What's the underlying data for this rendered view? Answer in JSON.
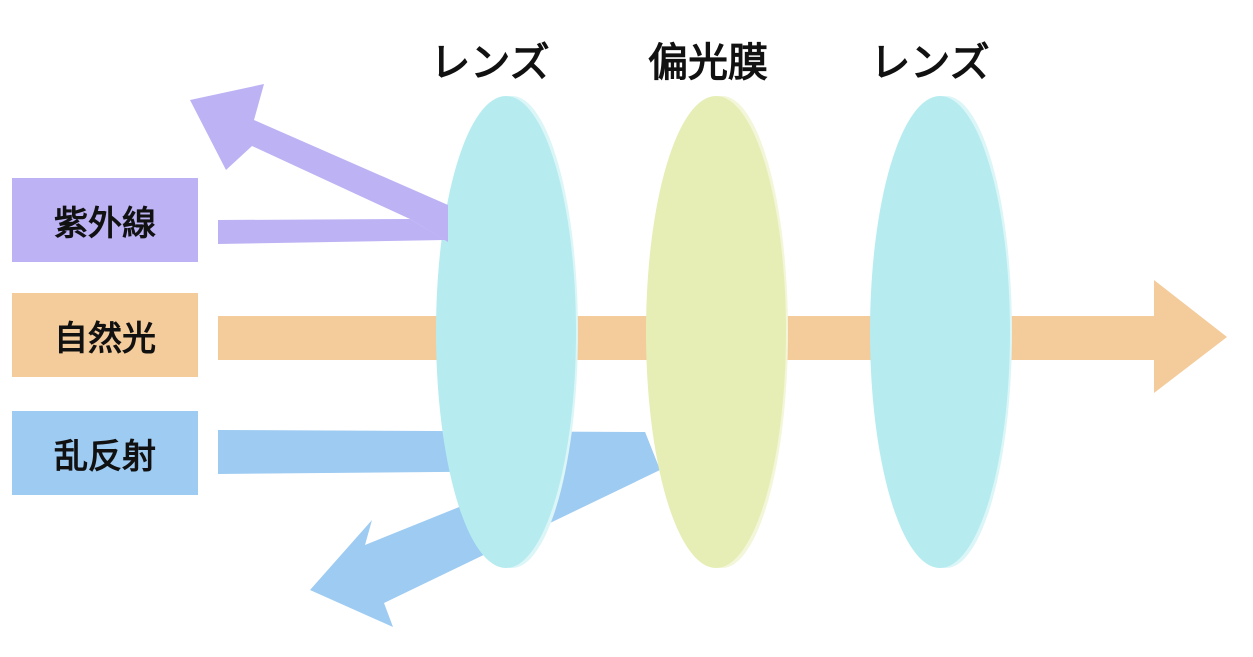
{
  "colors": {
    "uv": "#bdb2f4",
    "natural": "#f4cb9b",
    "diffuse": "#9dcbf2",
    "lens_fill": "#b6ecef",
    "lens_rim": "#dcf6f8",
    "film_fill": "#e6eeb6",
    "film_rim": "#f3f6d8"
  },
  "layers": [
    {
      "label": "レンズ",
      "type": "lens"
    },
    {
      "label": "偏光膜",
      "type": "polarizing-film"
    },
    {
      "label": "レンズ",
      "type": "lens"
    }
  ],
  "lights": [
    {
      "label": "紫外線",
      "color": "#bdb2f4",
      "behavior": "reflected at first lens"
    },
    {
      "label": "自然光",
      "color": "#f4cb9b",
      "behavior": "passes through"
    },
    {
      "label": "乱反射",
      "color": "#9dcbf2",
      "behavior": "blocked by polarizing film"
    }
  ]
}
